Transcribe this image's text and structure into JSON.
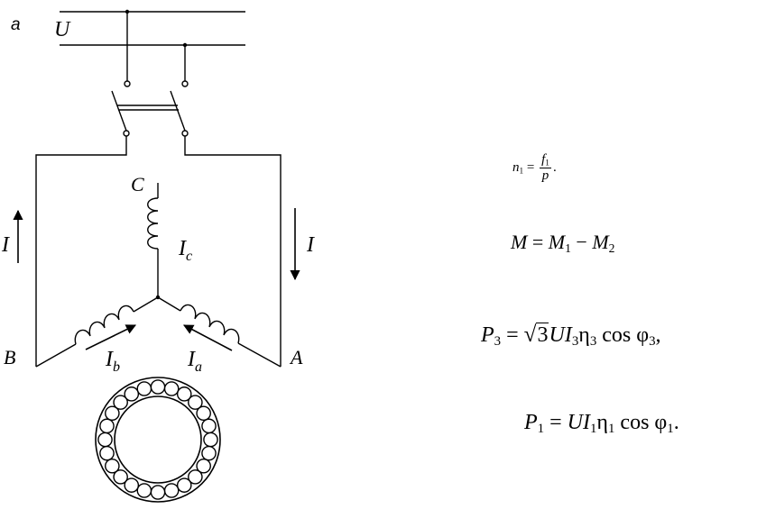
{
  "diagram": {
    "panel_label": "a",
    "supply_label": "U",
    "phase_labels": {
      "A": "A",
      "B": "B",
      "C": "C"
    },
    "line_current_label": "I",
    "phase_currents": {
      "a": "a",
      "b": "b",
      "c": "c"
    },
    "current_symbol": "I"
  },
  "formulas": {
    "n1": {
      "lhs": "n",
      "lhs_sub": "1",
      "eq": " = ",
      "num": "f",
      "num_sub": "1",
      "den": "p",
      "tail": "."
    },
    "torque": {
      "lhs": "M",
      "eq": " = ",
      "a": "M",
      "a_sub": "1",
      "op": " − ",
      "b": "M",
      "b_sub": "2"
    },
    "p3": {
      "lhs": "P",
      "lhs_sub": "3",
      "eq": " = ",
      "root": "√",
      "radicand": "3",
      "body1": "UI",
      "s1": "3",
      "eta": "η",
      "s2": "3",
      "cos": " cos ",
      "phi": "φ",
      "s3": "3",
      "tail": ","
    },
    "p1": {
      "lhs": "P",
      "lhs_sub": "1",
      "eq": " = ",
      "body1": "UI",
      "s1": "1",
      "eta": "η",
      "s2": "1",
      "cos": " cos ",
      "phi": "φ",
      "s3": "1",
      "tail": "."
    }
  }
}
